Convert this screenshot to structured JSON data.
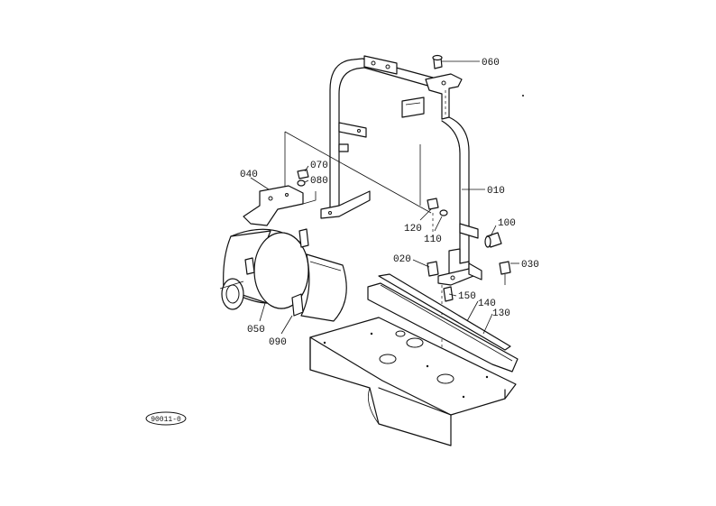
{
  "diagram": {
    "part_labels": {
      "p010": "010",
      "p020": "020",
      "p030": "030",
      "p040": "040",
      "p050": "050",
      "p060": "060",
      "p070": "070",
      "p080": "080",
      "p090": "090",
      "p100": "100",
      "p110": "110",
      "p120": "120",
      "p130": "130",
      "p140": "140",
      "p150": "150"
    },
    "reference_code": "90011-0"
  }
}
